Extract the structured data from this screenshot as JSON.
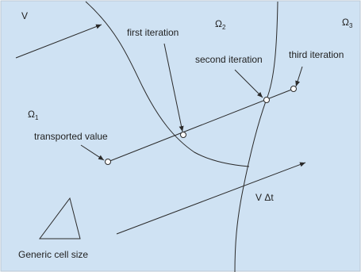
{
  "colors": {
    "panel_background": "#cfe2f3",
    "panel_border": "#b9c7d3",
    "line": "#2a2a2a",
    "text": "#222222"
  },
  "labels": {
    "velocity": "V",
    "omega_symbol": "Ω",
    "omega_1_sub": "1",
    "omega_2_sub": "2",
    "omega_3_sub": "3",
    "first_iteration": "first iteration",
    "second_iteration": "second iteration",
    "third_iteration": "third iteration",
    "transported_value": "transported value",
    "v_delta_t": "V Δt",
    "generic_cell_size": "Generic cell size"
  }
}
